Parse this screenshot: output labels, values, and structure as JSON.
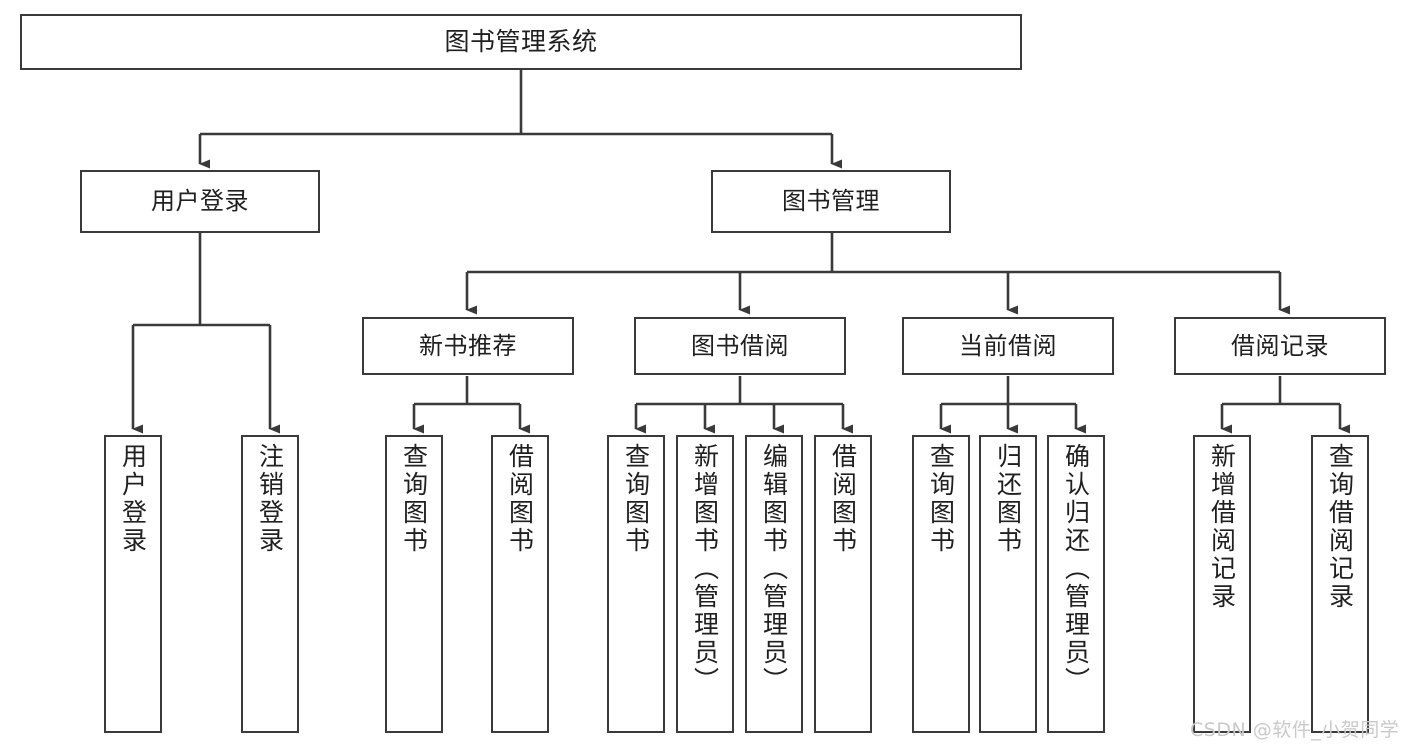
{
  "diagram": {
    "title": "图书管理系统",
    "type": "tree-hierarchy-chart",
    "watermark": "CSDN @软件_小贺同学",
    "colors": {
      "box_border": "#3a3a3a",
      "box_fill": "#ffffff",
      "edge": "#3a3a3a",
      "text": "#202020",
      "watermark": "#c9c9c9",
      "background": "#ffffff"
    },
    "levels": {
      "root": "图书管理系统",
      "level1": [
        "用户登录",
        "图书管理"
      ],
      "level2": [
        "新书推荐",
        "图书借阅",
        "当前借阅",
        "借阅记录"
      ]
    },
    "nodes": {
      "root": {
        "label": "图书管理系统"
      },
      "user_login": {
        "label": "用户登录"
      },
      "book_manage": {
        "label": "图书管理"
      },
      "new_book_rec": {
        "label": "新书推荐"
      },
      "book_borrow": {
        "label": "图书借阅"
      },
      "current_borrow": {
        "label": "当前借阅"
      },
      "borrow_record": {
        "label": "借阅记录"
      },
      "leaf_user_login": {
        "label": "用户登录"
      },
      "leaf_logout": {
        "label": "注销登录"
      },
      "leaf_query_book_1": {
        "label": "查询图书"
      },
      "leaf_borrow_book_1": {
        "label": "借阅图书"
      },
      "leaf_query_book_2": {
        "label": "查询图书"
      },
      "leaf_add_book_admin": {
        "label": "新增图书（管理员）"
      },
      "leaf_edit_book_admin": {
        "label": "编辑图书（管理员）"
      },
      "leaf_borrow_book_2": {
        "label": "借阅图书"
      },
      "leaf_query_book_3": {
        "label": "查询图书"
      },
      "leaf_return_book": {
        "label": "归还图书"
      },
      "leaf_confirm_return_admin": {
        "label": "确认归还（管理员）"
      },
      "leaf_add_record": {
        "label": "新增借阅记录"
      },
      "leaf_query_record": {
        "label": "查询借阅记录"
      }
    },
    "branches": [
      {
        "parent": "用户登录",
        "children": [
          "用户登录",
          "注销登录"
        ]
      },
      {
        "parent": "新书推荐",
        "children": [
          "查询图书",
          "借阅图书"
        ]
      },
      {
        "parent": "图书借阅",
        "children": [
          "查询图书",
          "新增图书（管理员）",
          "编辑图书（管理员）",
          "借阅图书"
        ]
      },
      {
        "parent": "当前借阅",
        "children": [
          "查询图书",
          "归还图书",
          "确认归还（管理员）"
        ]
      },
      {
        "parent": "借阅记录",
        "children": [
          "新增借阅记录",
          "查询借阅记录"
        ]
      }
    ]
  }
}
